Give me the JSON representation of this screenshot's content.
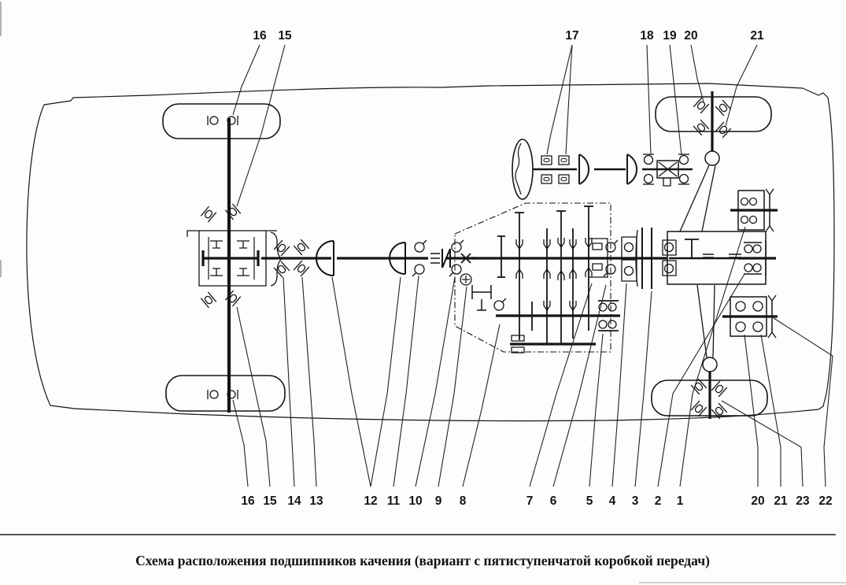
{
  "figure": {
    "caption": "Схема расположения подшипников качения (вариант с пятиступенчатой коробкой передач)",
    "callouts_top": [
      "16",
      "15",
      "17",
      "18",
      "19",
      "20",
      "21"
    ],
    "callouts_bottom": [
      "16",
      "15",
      "14",
      "13",
      "12",
      "11",
      "10",
      "9",
      "8",
      "7",
      "6",
      "5",
      "4",
      "3",
      "2",
      "1",
      "20",
      "21",
      "23",
      "22"
    ],
    "colors": {
      "ink": "#141414",
      "paper": "#fdfdfd",
      "rule": "#1c1c1c",
      "faint_rule": "#b5b5b5"
    }
  }
}
